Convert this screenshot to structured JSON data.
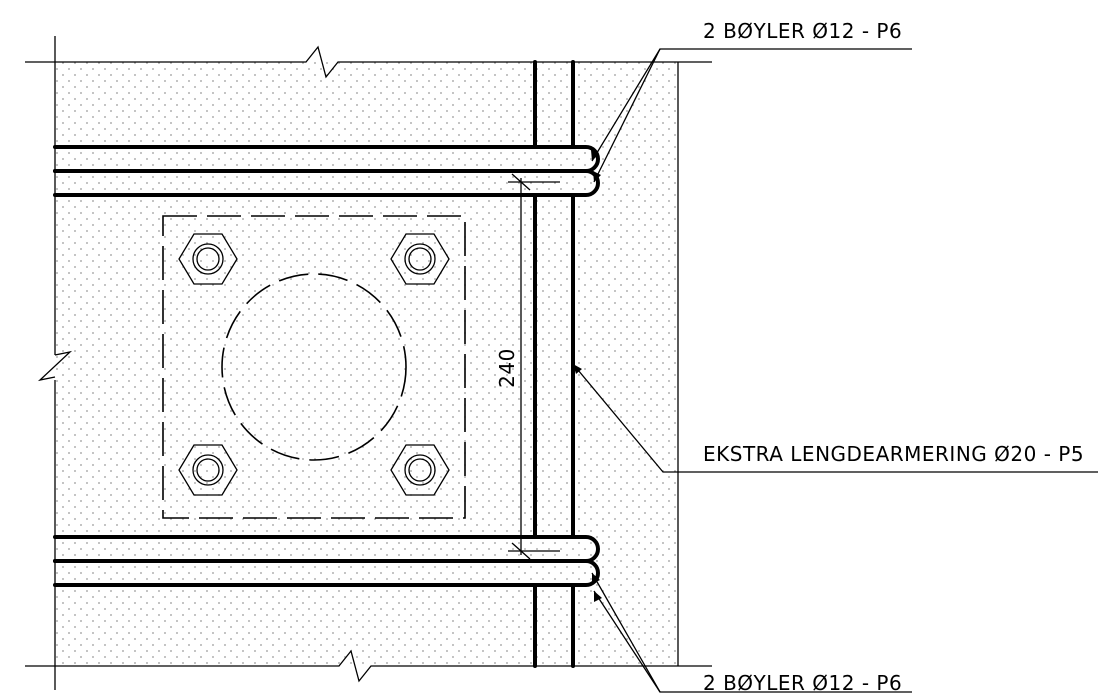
{
  "labels": {
    "stirrups_top": "2 BØYLER Ø12 - P6",
    "stirrups_bottom": "2 BØYLER Ø12 - P6",
    "longitudinal": "EKSTRA LENGDEARMERING Ø20 - P5",
    "dimension": "240"
  },
  "colors": {
    "line": "#000000",
    "concrete_dots": "#9a9a9a",
    "background": "#ffffff"
  }
}
